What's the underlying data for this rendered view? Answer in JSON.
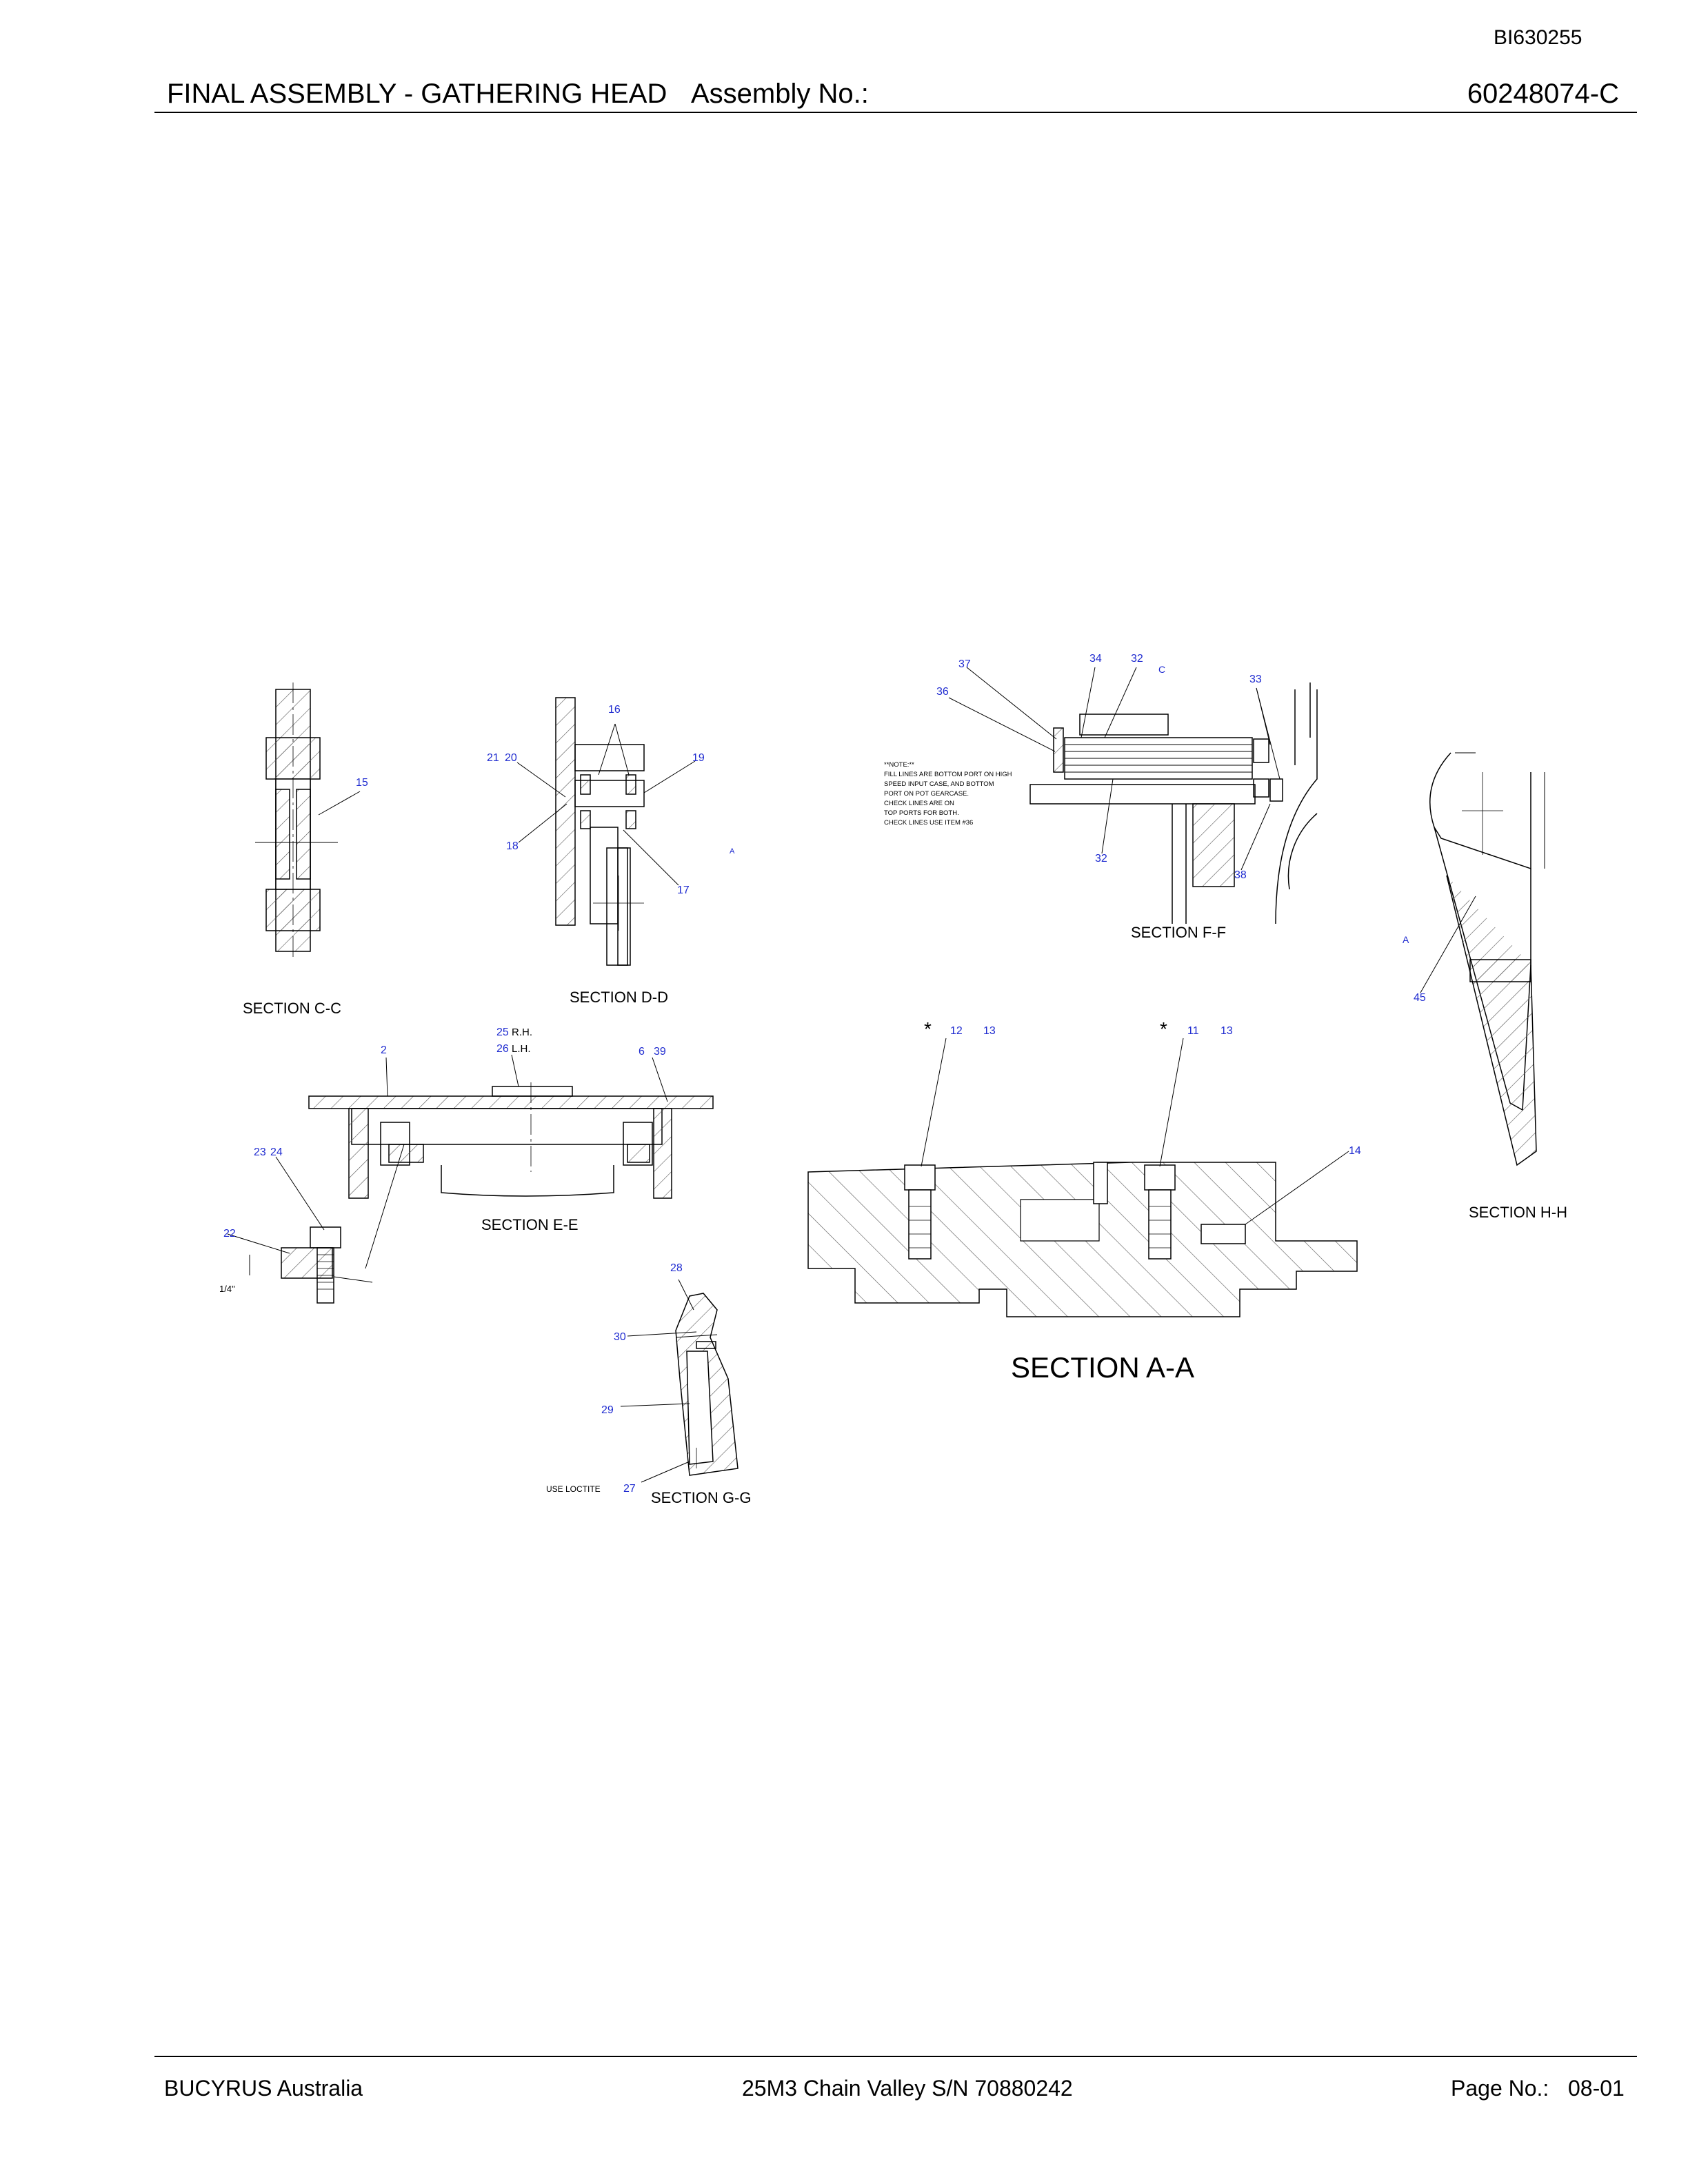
{
  "document": {
    "doc_id": "BI630255",
    "title": "FINAL ASSEMBLY - GATHERING HEAD",
    "assembly_label": "Assembly No.:",
    "assembly_number": "60248074-C"
  },
  "footer": {
    "company": "BUCYRUS Australia",
    "machine": "25M3 Chain Valley S/N 70880242",
    "page_label": "Page No.:",
    "page_number": "08-01"
  },
  "sections": {
    "cc": "SECTION C-C",
    "dd": "SECTION D-D",
    "ee": "SECTION E-E",
    "ff": "SECTION F-F",
    "gg": "SECTION G-G",
    "hh": "SECTION H-H",
    "aa": "SECTION A-A"
  },
  "callouts": {
    "c15": "15",
    "c16": "16",
    "c17": "17",
    "c18": "18",
    "c19": "19",
    "c20": "20",
    "c21": "21",
    "c2": "2",
    "c6": "6",
    "c39": "39",
    "c25": "25",
    "c26": "26",
    "c23": "23",
    "c24": "24",
    "c22": "22",
    "c28": "28",
    "c29": "29",
    "c30": "30",
    "c27": "27",
    "c37": "37",
    "c34": "34",
    "c32a": "32",
    "c33": "33",
    "c36": "36",
    "c32b": "32",
    "c38": "38",
    "c12": "12",
    "c13a": "13",
    "c11": "11",
    "c13b": "13",
    "c14": "14",
    "c45": "45"
  },
  "annotations": {
    "letter_a_dd": "A",
    "letter_c_ff": "C",
    "letter_a_hh": "A",
    "rh": "R.H.",
    "lh": "L.H.",
    "quarter_inch": "1/4\"",
    "use_loctite": "USE LOCTITE",
    "star": "*",
    "note_lines": [
      "**NOTE:**",
      "FILL LINES ARE BOTTOM PORT ON HIGH",
      "SPEED INPUT CASE, AND BOTTOM",
      "PORT ON POT GEARCASE.",
      "CHECK LINES ARE ON",
      "TOP PORTS FOR BOTH.",
      "CHECK LINES USE ITEM #36"
    ]
  }
}
